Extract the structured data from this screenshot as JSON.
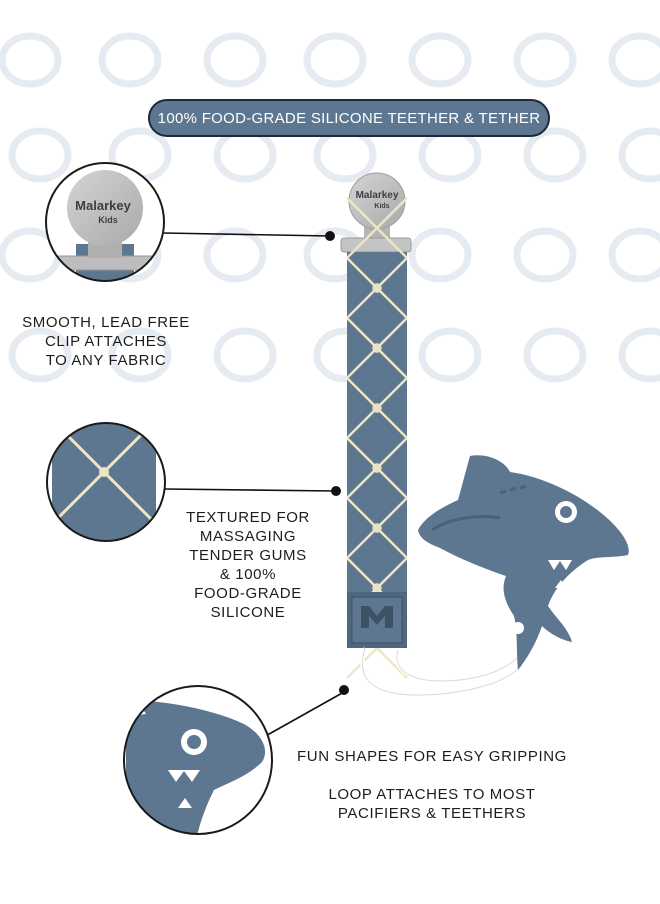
{
  "banner": {
    "text": "100% FOOD-GRADE SILICONE TEETHER & TETHER"
  },
  "brand": {
    "logo_top": "Malarkey",
    "logo_bottom": "Kids"
  },
  "callouts": [
    {
      "id": "clip",
      "lines": [
        "SMOOTH, LEAD FREE",
        "CLIP ATTACHES",
        "TO ANY FABRIC"
      ]
    },
    {
      "id": "texture",
      "lines": [
        "TEXTURED FOR",
        "MASSAGING",
        "TENDER GUMS",
        "& 100%",
        "FOOD-GRADE",
        "SILICONE"
      ]
    },
    {
      "id": "shapes",
      "lines": [
        "FUN SHAPES FOR EASY GRIPPING",
        "",
        "LOOP ATTACHES TO MOST",
        "PACIFIERS & TEETHERS"
      ]
    }
  ],
  "colors": {
    "silicone": "#5e7791",
    "silicone_dark": "#4a6177",
    "cord": "#efe9c8",
    "clip": "#b9b9b9",
    "ring_pattern": "#e8edf2",
    "leader": "#111111"
  },
  "icons": [
    "pacifier-clip-icon",
    "shark-teether-icon",
    "magnifier-circle-icon"
  ]
}
